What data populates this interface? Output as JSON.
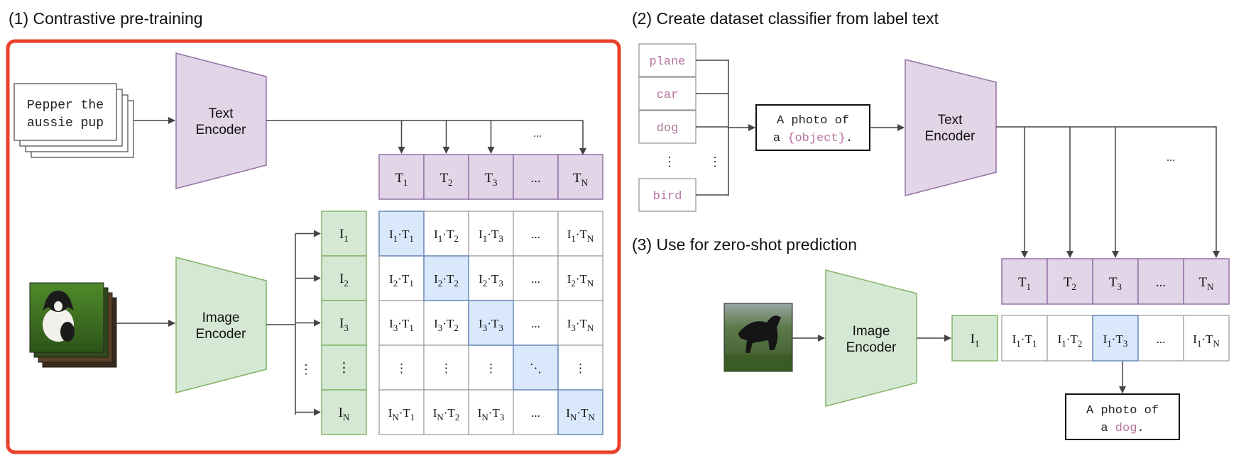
{
  "section1": {
    "title": "(1) Contrastive pre-training"
  },
  "section2": {
    "title": "(2) Create dataset classifier from label text"
  },
  "section3": {
    "title": "(3) Use for zero-shot prediction"
  },
  "encoders": {
    "text_l1": "Text",
    "text_l2": "Encoder",
    "image_l1": "Image",
    "image_l2": "Encoder"
  },
  "caption": {
    "line1": "Pepper the",
    "line2": "aussie pup"
  },
  "labels": [
    "plane",
    "car",
    "dog",
    "bird"
  ],
  "vdots": "⋮",
  "ddots": "⋱",
  "ellipsis": "...",
  "template": {
    "line1": "A photo of",
    "line2_prefix": "a ",
    "placeholder": "{object}",
    "line2_suffix": "."
  },
  "prediction": {
    "line1": "A photo of",
    "line2_prefix": "a ",
    "label": "dog",
    "line2_suffix": "."
  },
  "text_embeddings": [
    "T1",
    "T2",
    "T3",
    "...",
    "TN"
  ],
  "image_embeddings": [
    "I1",
    "I2",
    "I3",
    "⋮",
    "IN"
  ],
  "dot": "·",
  "colors": {
    "border_red": "#e8402a",
    "text_purple_fill": "#e1d5e7",
    "text_purple_stroke": "#9673a6",
    "image_green_fill": "#d5e8d4",
    "image_green_stroke": "#82b366",
    "diag_blue_fill": "#dae8fc",
    "diag_blue_stroke": "#6c8ebf",
    "label_pink": "#b5739d",
    "grid_gray": "#999999",
    "arrow_gray": "#444444"
  }
}
